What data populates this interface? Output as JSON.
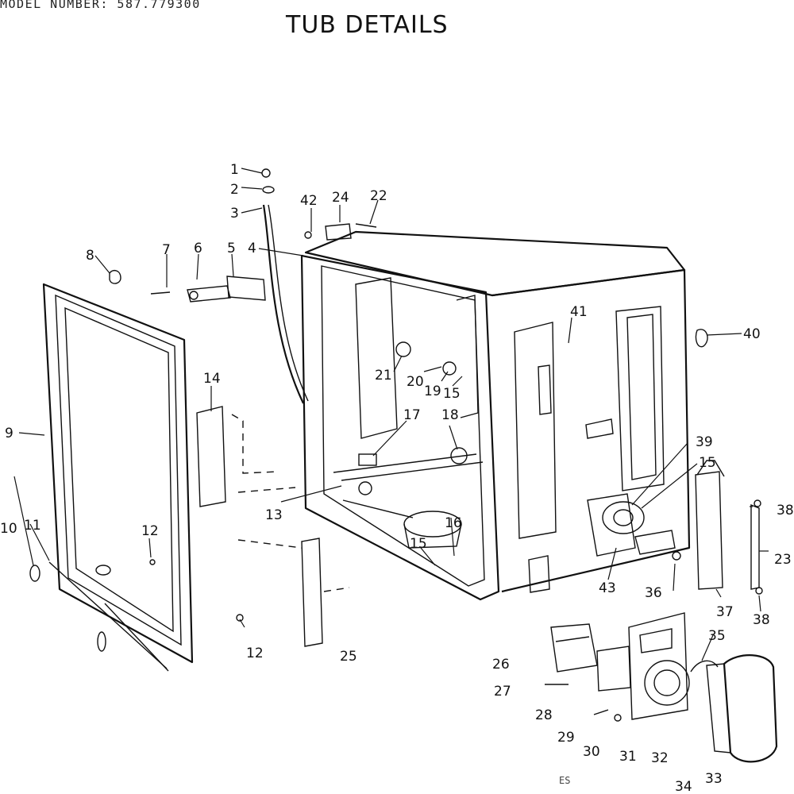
{
  "header": {
    "model_number": "MODEL NUMBER: 587.779300",
    "title": "TUB DETAILS"
  },
  "footer_code": "ES",
  "callouts": [
    {
      "id": "c1",
      "label": "1"
    },
    {
      "id": "c2",
      "label": "2"
    },
    {
      "id": "c3",
      "label": "3"
    },
    {
      "id": "c4",
      "label": "4"
    },
    {
      "id": "c5",
      "label": "5"
    },
    {
      "id": "c6",
      "label": "6"
    },
    {
      "id": "c7",
      "label": "7"
    },
    {
      "id": "c8",
      "label": "8"
    },
    {
      "id": "c9",
      "label": "9"
    },
    {
      "id": "c10",
      "label": "10"
    },
    {
      "id": "c11",
      "label": "11"
    },
    {
      "id": "c12a",
      "label": "12"
    },
    {
      "id": "c12b",
      "label": "12"
    },
    {
      "id": "c13",
      "label": "13"
    },
    {
      "id": "c14",
      "label": "14"
    },
    {
      "id": "c15a",
      "label": "15"
    },
    {
      "id": "c15b",
      "label": "15"
    },
    {
      "id": "c15c",
      "label": "15"
    },
    {
      "id": "c16",
      "label": "16"
    },
    {
      "id": "c17",
      "label": "17"
    },
    {
      "id": "c18",
      "label": "18"
    },
    {
      "id": "c19",
      "label": "19"
    },
    {
      "id": "c20",
      "label": "20"
    },
    {
      "id": "c21",
      "label": "21"
    },
    {
      "id": "c22",
      "label": "22"
    },
    {
      "id": "c23",
      "label": "23"
    },
    {
      "id": "c24",
      "label": "24"
    },
    {
      "id": "c25",
      "label": "25"
    },
    {
      "id": "c26",
      "label": "26"
    },
    {
      "id": "c27",
      "label": "27"
    },
    {
      "id": "c28",
      "label": "28"
    },
    {
      "id": "c29",
      "label": "29"
    },
    {
      "id": "c30",
      "label": "30"
    },
    {
      "id": "c31",
      "label": "31"
    },
    {
      "id": "c32",
      "label": "32"
    },
    {
      "id": "c33",
      "label": "33"
    },
    {
      "id": "c34",
      "label": "34"
    },
    {
      "id": "c35",
      "label": "35"
    },
    {
      "id": "c36",
      "label": "36"
    },
    {
      "id": "c37",
      "label": "37"
    },
    {
      "id": "c38a",
      "label": "38"
    },
    {
      "id": "c38b",
      "label": "38"
    },
    {
      "id": "c39",
      "label": "39"
    },
    {
      "id": "c40",
      "label": "40"
    },
    {
      "id": "c41",
      "label": "41"
    },
    {
      "id": "c42",
      "label": "42"
    },
    {
      "id": "c43",
      "label": "43"
    }
  ]
}
